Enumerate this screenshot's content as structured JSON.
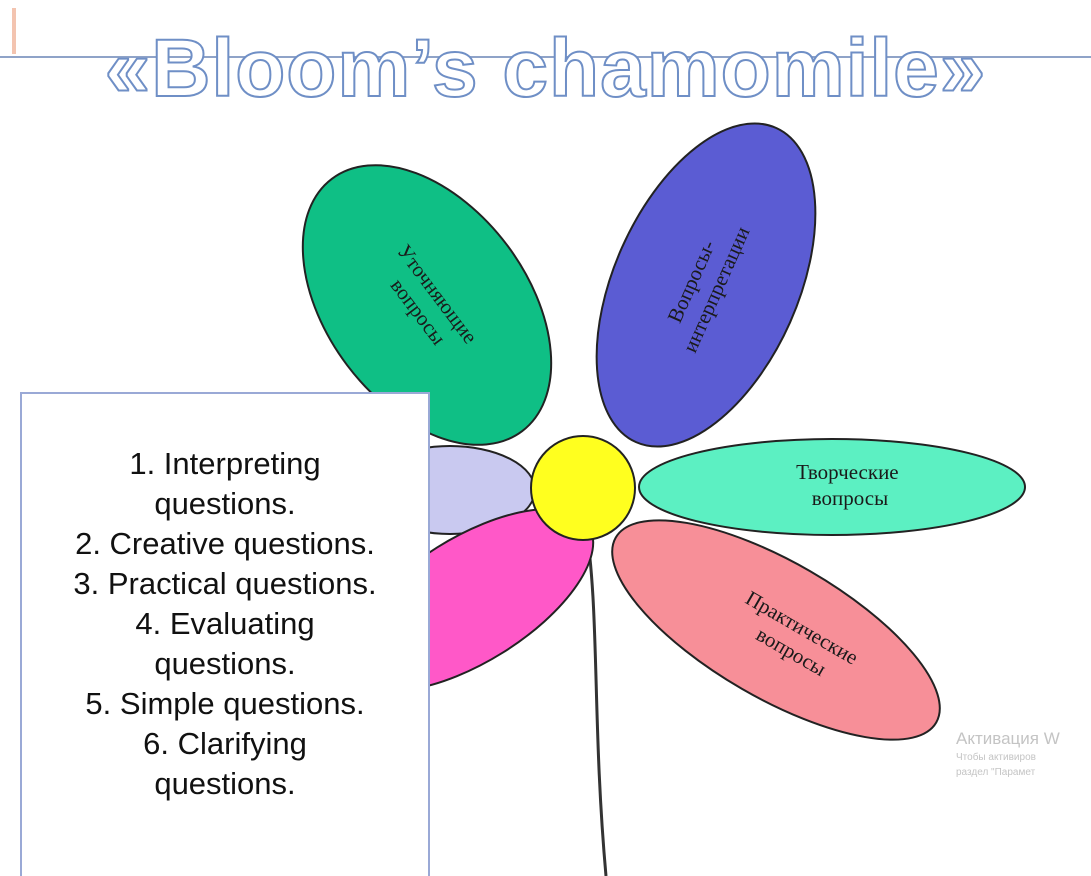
{
  "title": "«Bloom’s chamomile»",
  "petals": [
    {
      "id": "clarifying",
      "lines": [
        "Уточняющие",
        "вопросы"
      ],
      "color": "#0fbf85"
    },
    {
      "id": "interpreting",
      "lines": [
        "Вопросы-",
        "интерпретации"
      ],
      "color": "#5b5cd3"
    },
    {
      "id": "creative",
      "lines": [
        "Творческие",
        "вопросы"
      ],
      "color": "#5cf0c2"
    },
    {
      "id": "practical",
      "lines": [
        "Практические",
        "вопросы"
      ],
      "color": "#f78f98"
    },
    {
      "id": "evaluating",
      "lines": [],
      "color": "#ff58c8"
    },
    {
      "id": "simple",
      "lines": [],
      "color": "#c9c9f0"
    }
  ],
  "center_color": "#ffff1f",
  "list_items": [
    {
      "lines": [
        "1. Interpreting",
        "questions."
      ]
    },
    {
      "lines": [
        "2. Creative questions."
      ]
    },
    {
      "lines": [
        "3. Practical questions."
      ]
    },
    {
      "lines": [
        "4. Evaluating",
        "questions."
      ]
    },
    {
      "lines": [
        "5. Simple questions."
      ]
    },
    {
      "lines": [
        "6. Clarifying",
        "questions."
      ]
    }
  ],
  "watermark": {
    "title": "Активация W",
    "line1": "Чтобы активиров",
    "line2": "раздел \"Парамет"
  }
}
